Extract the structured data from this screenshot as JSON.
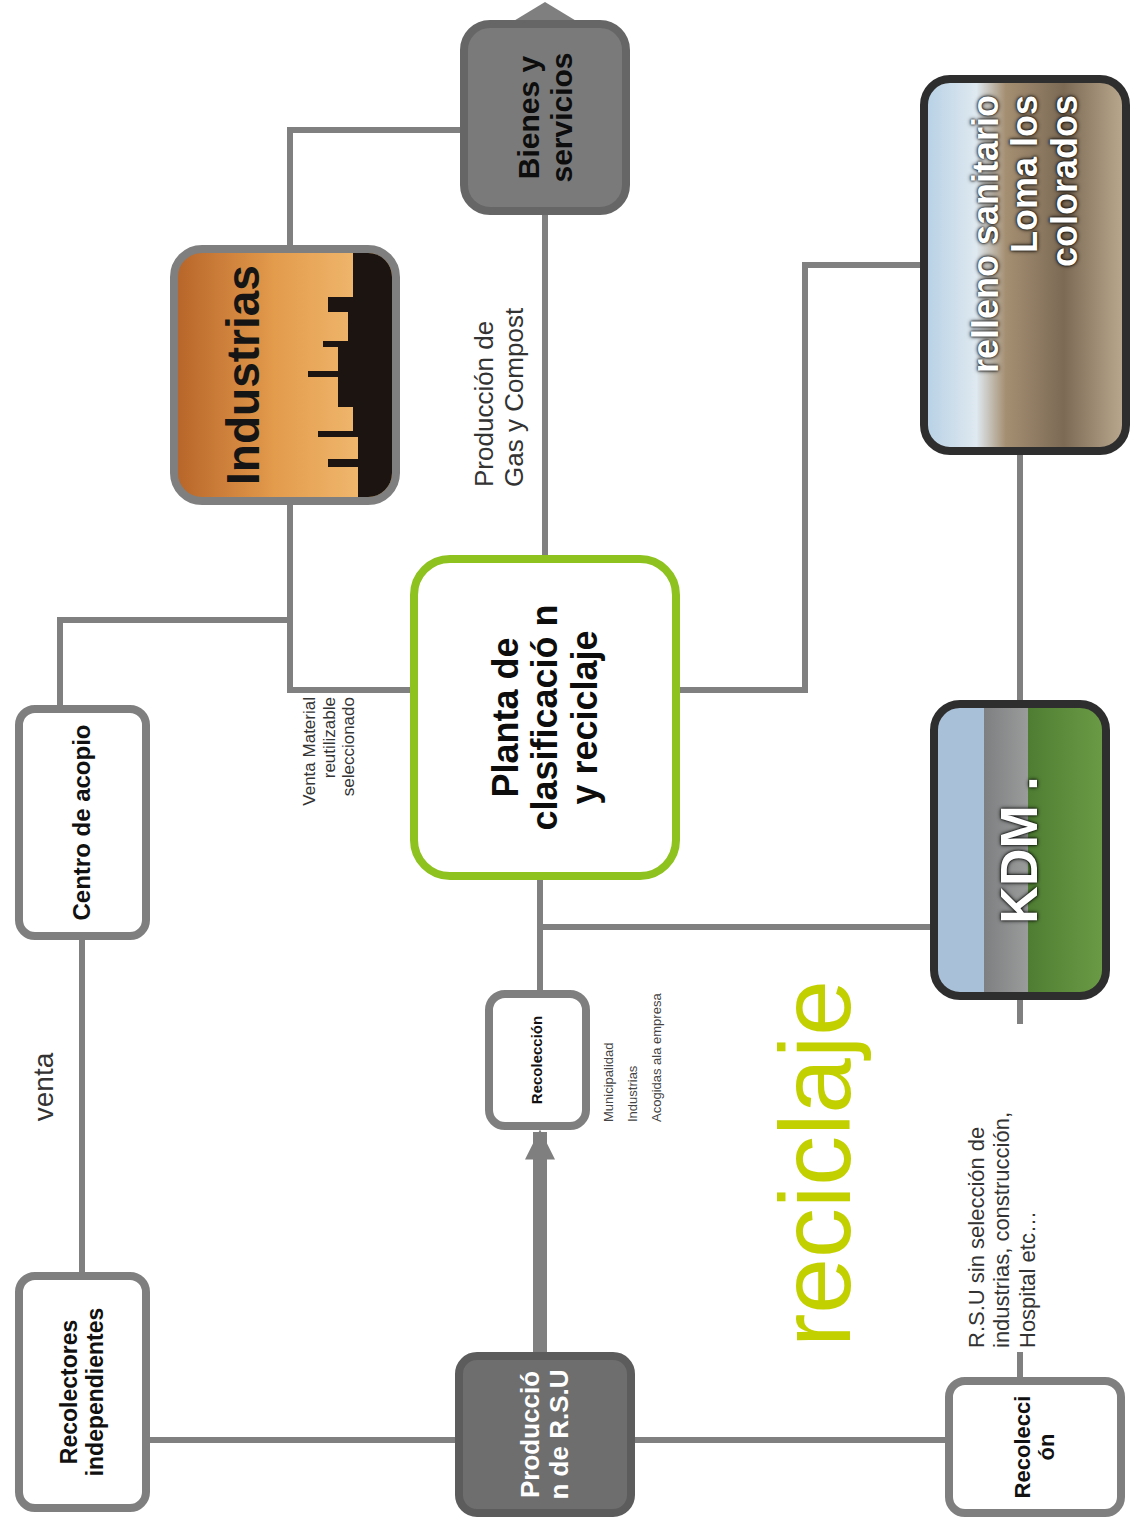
{
  "diagram": {
    "nodes": [
      {
        "text": [
          "Recolectores independientes"
        ]
      },
      {
        "text": [
          "Centro de acopio"
        ]
      },
      {
        "text": [
          "Industrias"
        ]
      },
      {
        "text": [
          "Bienes y servicios"
        ]
      },
      {
        "text": [
          "Producció n de R.S.U"
        ]
      },
      {
        "text": [
          "Recolección"
        ]
      },
      {
        "text": [
          "Planta de clasificació n y reciclaje"
        ]
      },
      {
        "text": [
          "KDM ."
        ]
      },
      {
        "text": [
          "relleno sanitario Loma los colorados"
        ]
      },
      {
        "text": [
          "Recolecci ón"
        ]
      }
    ],
    "edges": [
      {
        "from": 4,
        "to": 0,
        "arrow": "none"
      },
      {
        "from": 0,
        "to": 1,
        "label": "venta",
        "arrow": "none"
      },
      {
        "from": 1,
        "to": 2,
        "label": "Venta Material reutilizable seleccionado",
        "arrow": "none"
      },
      {
        "from": 6,
        "to": 2,
        "arrow": "none"
      },
      {
        "from": 2,
        "to": 3,
        "arrow": "none"
      },
      {
        "from": 4,
        "to": 5,
        "arrow": "to"
      },
      {
        "from": 5,
        "to": 6,
        "arrow": "none"
      },
      {
        "from": 7,
        "to": 6,
        "arrow": "none"
      },
      {
        "from": 6,
        "to": 3,
        "label": "Producción de Gas y Compost",
        "arrow": "none"
      },
      {
        "from": 6,
        "to": 8,
        "arrow": "none"
      },
      {
        "from": 7,
        "to": 8,
        "arrow": "none"
      },
      {
        "from": 4,
        "to": 9,
        "arrow": "none"
      },
      {
        "from": 9,
        "to": 7,
        "label": "R.S.U sin selección de industrias, construcción, Hospital etc…",
        "arrow": "none"
      }
    ],
    "labels": [
      "Municipalidad",
      "Industrias",
      "Acogidas ala empresa",
      "reciclaje"
    ]
  }
}
